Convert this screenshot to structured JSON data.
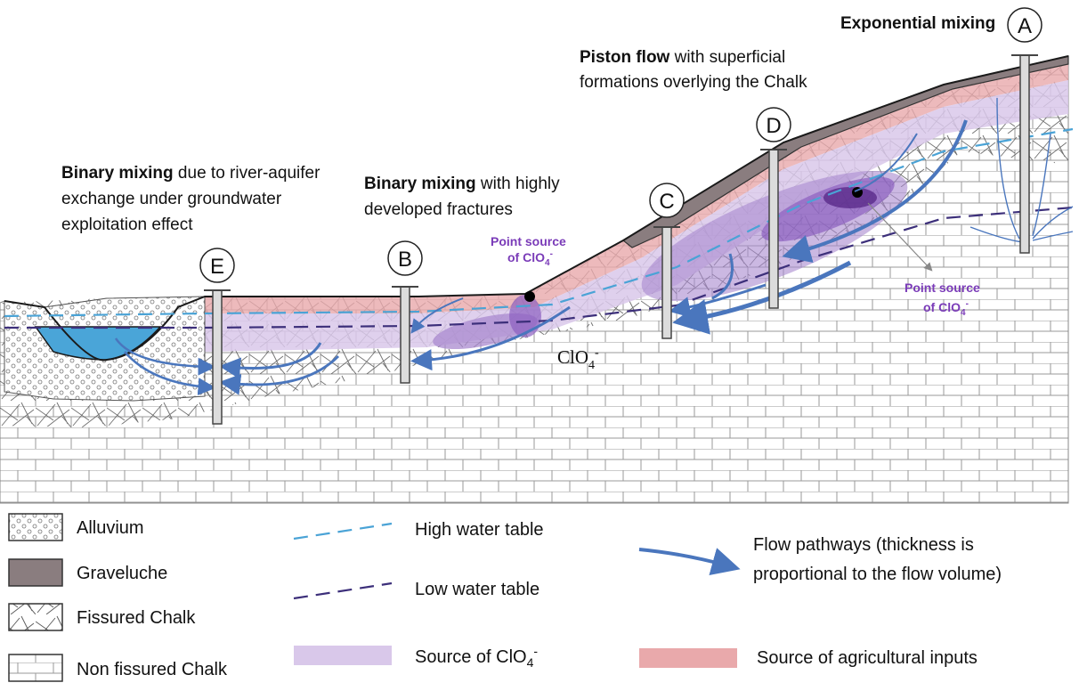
{
  "wells": {
    "a": "A",
    "b": "B",
    "c": "C",
    "d": "D",
    "e": "E"
  },
  "annotations": {
    "exponential": {
      "bold": "Exponential mixing"
    },
    "piston": {
      "bold": "Piston flow",
      "line1": " with superficial",
      "line2": "formations overlying the Chalk"
    },
    "binary_fractures": {
      "bold": "Binary mixing",
      "line1": " with highly",
      "line2": "developed fractures"
    },
    "binary_river": {
      "bold": "Binary mixing",
      "line1": " due to river-aquifer",
      "line2": "exchange under groundwater",
      "line3": "exploitation effect"
    },
    "point_source_1": {
      "line1": "Point source",
      "line2": "of ClO",
      "sub": "4",
      "sup": "-"
    },
    "point_source_2": {
      "line1": "Point source",
      "line2": "of ClO",
      "sub": "4",
      "sup": "-"
    },
    "clo4": {
      "text": "ClO",
      "sub": "4",
      "sup": "-"
    }
  },
  "legend": {
    "alluvium": "Alluvium",
    "graveluche": "Graveluche",
    "fissured": "Fissured Chalk",
    "non_fissured": "Non fissured Chalk",
    "high_wt": "High water table",
    "low_wt": "Low water table",
    "flow_line1": "Flow pathways (thickness is",
    "flow_line2": "proportional to the flow volume)",
    "source_clo4": {
      "text": "Source of ClO",
      "sub": "4",
      "sup": "-"
    },
    "source_agri": "Source of agricultural inputs"
  },
  "colors": {
    "high_water_table": "#4aa3d6",
    "low_water_table": "#3c2f7a",
    "flow_arrow": "#4a76bd",
    "clo4_source": "#d9c8ea",
    "agri_source": "#e9a9ab",
    "graveluche": "#8a7d7f",
    "plume": "#7f4fb5",
    "river": "#4aa5d8",
    "point_source_text": "#7a3bb8"
  }
}
